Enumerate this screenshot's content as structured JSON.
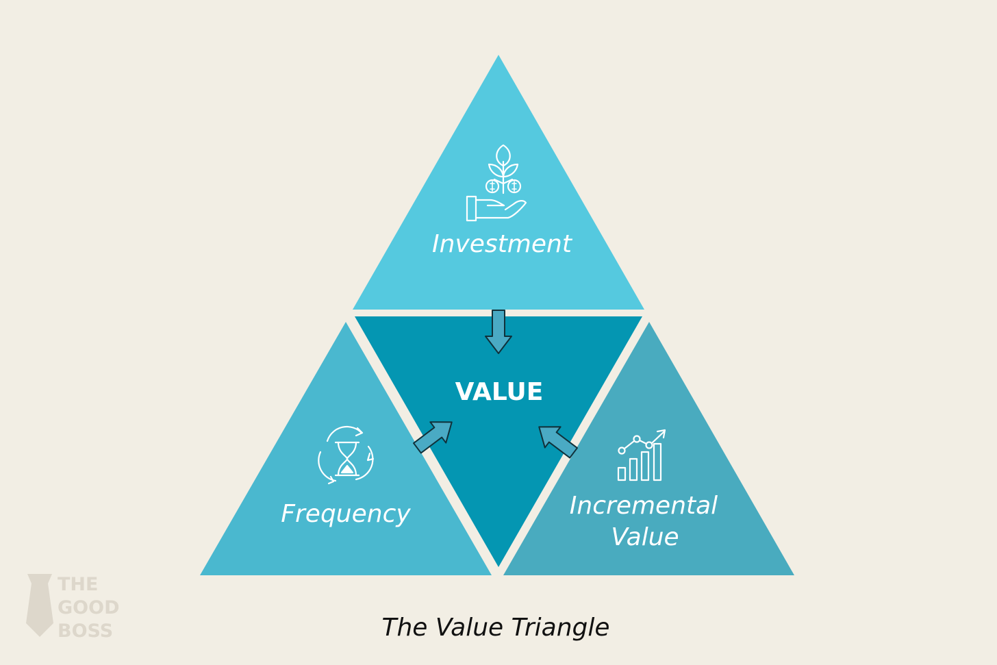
{
  "colors": {
    "background": "#f2eee4",
    "top_triangle": "#55c9df",
    "left_triangle": "#4ab8cf",
    "center_triangle": "#0496b2",
    "right_triangle": "#49abbf",
    "arrow_fill": "#4aaac4",
    "logo": "#ddd7cb"
  },
  "nodes": {
    "top": {
      "label": "Investment",
      "icon": "plant-money-hand-icon"
    },
    "left": {
      "label": "Frequency",
      "icon": "hourglass-cycle-icon"
    },
    "right": {
      "label_line1": "Incremental",
      "label_line2": "Value",
      "icon": "growth-chart-icon"
    },
    "center": {
      "label": "VALUE"
    }
  },
  "caption": "The Value Triangle",
  "logo": {
    "line1": "THE",
    "line2": "GOOD",
    "line3": "BOSS",
    "icon": "tie-icon"
  }
}
